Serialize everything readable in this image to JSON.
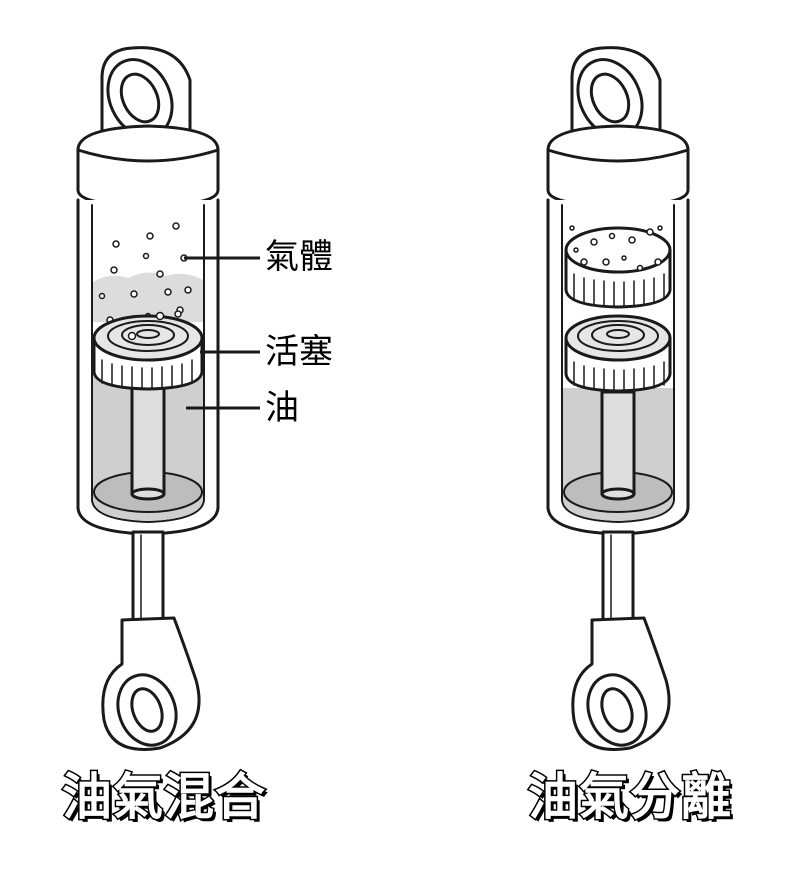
{
  "labels": {
    "gas": "氣體",
    "piston": "活塞",
    "oil": "油"
  },
  "captions": {
    "left": "油氣混合",
    "right": "油氣分離"
  },
  "colors": {
    "outline": "#1a1a1a",
    "oil_gray": "#cfcfcf",
    "mist_gray": "#dcdcdc",
    "background": "#ffffff"
  }
}
